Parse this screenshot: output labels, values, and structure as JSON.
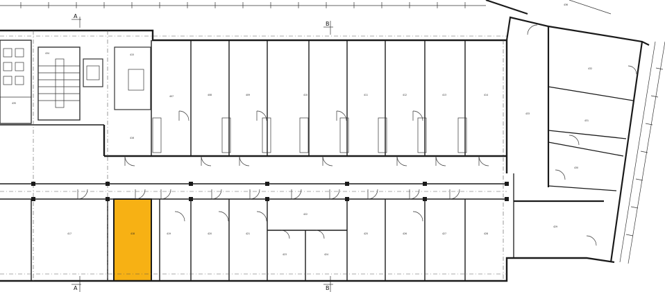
{
  "plan": {
    "axis_labels": {
      "a": "A",
      "b": "B"
    },
    "highlight_color": "#F7B114",
    "wall_color": "#1a1a1a",
    "background": "#ffffff",
    "room_tags": [
      "407",
      "408",
      "409",
      "410",
      "411",
      "412",
      "413",
      "414",
      "415",
      "416",
      "417",
      "418",
      "419",
      "420",
      "421",
      "422",
      "423",
      "424",
      "425",
      "426",
      "427",
      "428",
      "429",
      "430",
      "431",
      "432",
      "433",
      "434",
      "435",
      "436"
    ]
  }
}
